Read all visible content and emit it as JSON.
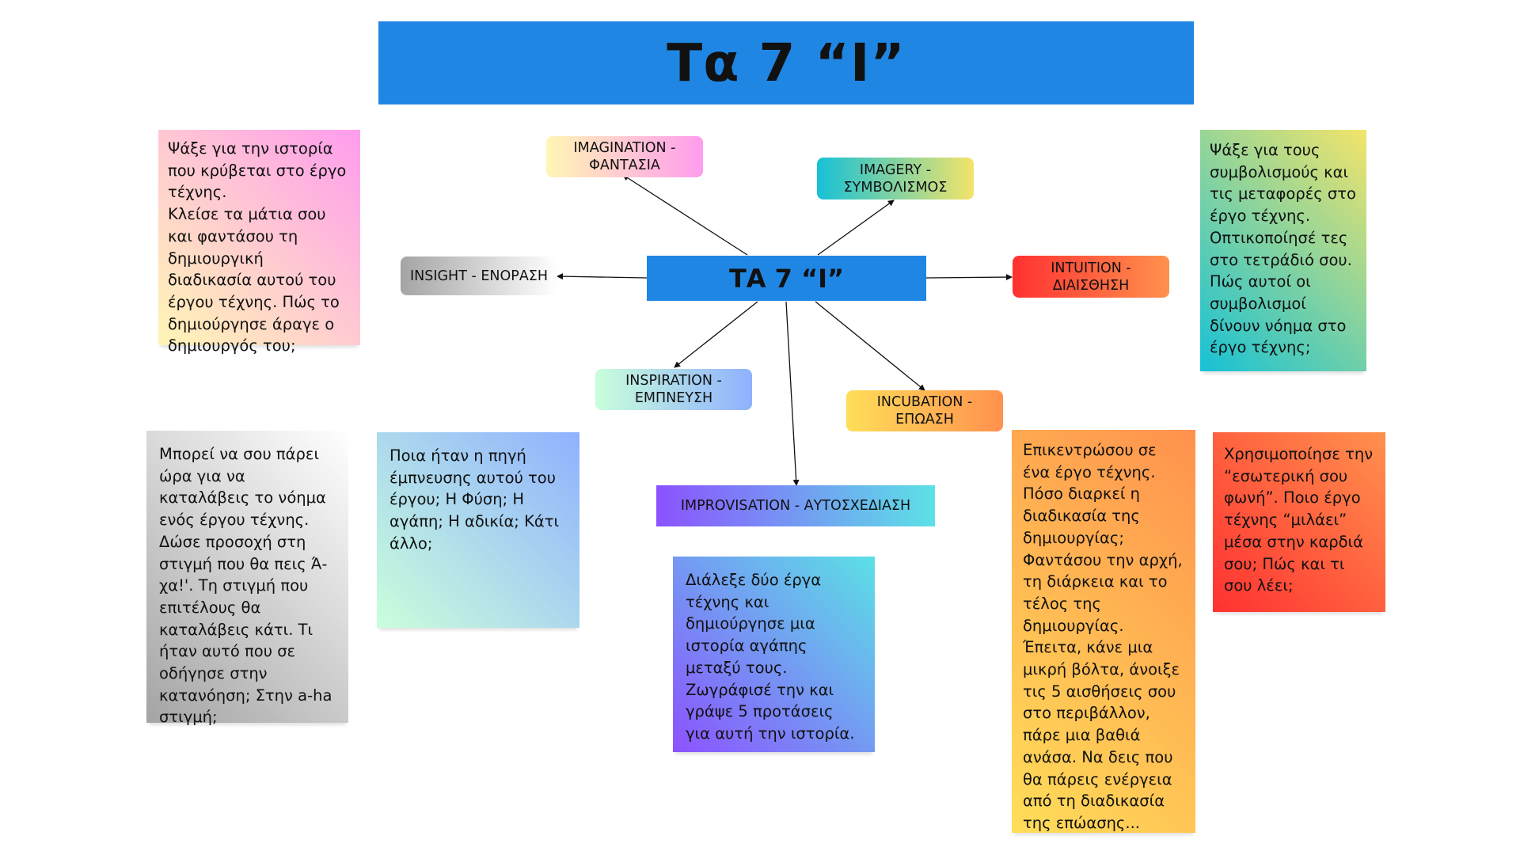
{
  "title": "Τα 7 “I”",
  "center_label": "ΤΑ 7 “I”",
  "nodes": {
    "imagination": "IMAGINATION - ΦΑΝΤΑΣΙΑ",
    "imagery": "IMAGERY - ΣΥΜΒΟΛΙΣΜΟΣ",
    "insight": "INSIGHT - ΕΝΟΡΑΣΗ",
    "intuition": "INTUITION - ΔΙΑΙΣΘΗΣΗ",
    "inspiration": "INSPIRATION - ΕΜΠΝΕΥΣΗ",
    "incubation": "INCUBATION - ΕΠΩΑΣΗ",
    "improvisation": "IMPROVISATION - ΑΥΤΟΣΧΕΔΙΑΣΗ"
  },
  "notes": {
    "imagination": "Ψάξε για την ιστορία που κρύβεται στο έργο τέχνης.\nΚλείσε τα μάτια σου και φαντάσου τη δημιουργική διαδικασία αυτού του έργου τέχνης. Πώς το δημιούργησε άραγε ο δημιουργός του;",
    "imagery": "Ψάξε για τους συμβολισμούς και τις μεταφορές στο έργο τέχνης. Οπτικοποίησέ τες στο τετράδιό σου. Πώς αυτοί οι συμβολισμοί δίνουν νόημα στο έργο τέχνης;",
    "insight": "Μπορεί να σου πάρει ώρα για να καταλάβεις το νόημα ενός έργου τέχνης. Δώσε προσοχή στη στιγμή που θα πεις Ά-χα!'. Τη στιγμή που επιτέλους θα καταλάβεις κάτι. Τι ήταν αυτό που σε οδήγησε στην κατανόηση; Στην a-ha στιγμή;",
    "inspiration": "Ποια ήταν η πηγή έμπνευσης αυτού του έργου; Η Φύση; Η αγάπη; Η αδικία; Κάτι άλλο;",
    "improvisation": "Διάλεξε δύο έργα τέχνης και δημιούργησε μια ιστορία αγάπης μεταξύ τους. Ζωγράφισέ την και γράψε 5 προτάσεις για αυτή την ιστορία.",
    "incubation": "Επικεντρώσου σε ένα έργο τέχνης. Πόσο διαρκεί η διαδικασία της δημιουργίας; Φαντάσου την αρχή, τη διάρκεια και το τέλος της δημιουργίας. Έπειτα, κάνε μια μικρή βόλτα, άνοιξε τις 5 αισθήσεις σου στο περιβάλλον, πάρε μια βαθιά ανάσα. Να δεις που θα πάρεις ενέργεια από τη διαδικασία της επώασης...",
    "intuition": "Χρησιμοποίησε την “εσωτερική σου φωνή”. Ποιο έργο τέχνης “μιλάει” μέσα στην καρδιά σου; Πώς και τι σου λέει;"
  },
  "colors": {
    "title_blue": "#2086e4",
    "imagination_gradient": [
      "#fff6b5",
      "#ff9cee"
    ],
    "imagery_gradient": [
      "#16c1d6",
      "#f3e46a"
    ],
    "insight_gradient": [
      "#a4a4a4",
      "#ffffff"
    ],
    "intuition_gradient": [
      "#ff3131",
      "#ff914d"
    ],
    "inspiration_gradient": [
      "#c9ffdb",
      "#8fb1ff"
    ],
    "incubation_gradient": [
      "#ffde59",
      "#ff914d"
    ],
    "improvisation_gradient": [
      "#8c52ff",
      "#5ce1e6"
    ]
  }
}
